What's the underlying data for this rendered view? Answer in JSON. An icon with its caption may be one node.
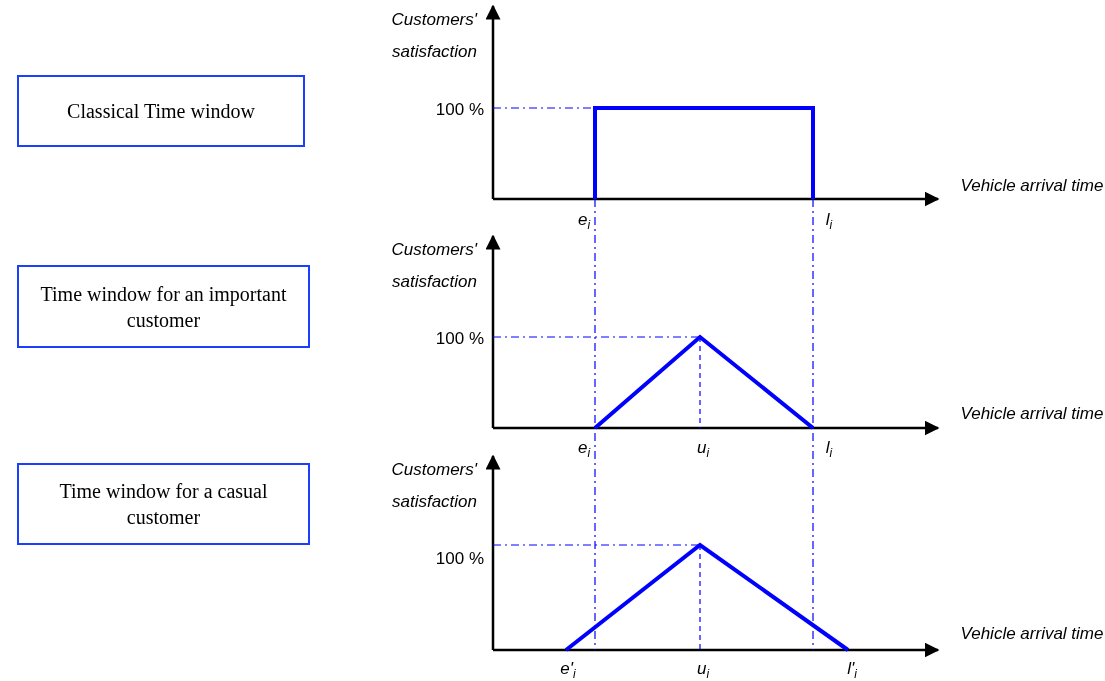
{
  "diagram": {
    "nodes": [
      {
        "text": [
          "Classical Time window"
        ]
      },
      {
        "text": [
          "Time window for an important customer"
        ]
      },
      {
        "text": [
          "Time window for a casual customer"
        ]
      }
    ],
    "labels": [
      "Customers' satisfaction",
      "100 %",
      "Vehicle arrival time",
      "e$_{i}$",
      "l$_{i}$",
      "Customers' satisfaction",
      "100 %",
      "Vehicle arrival time",
      "e$_{i}$",
      "u$_{i}$",
      "l$_{i}$",
      "Customers' satisfaction",
      "100 %",
      "Vehicle arrival time",
      "e'$_{i}$",
      "u$_{i}$",
      "l'$_{i}$"
    ]
  }
}
